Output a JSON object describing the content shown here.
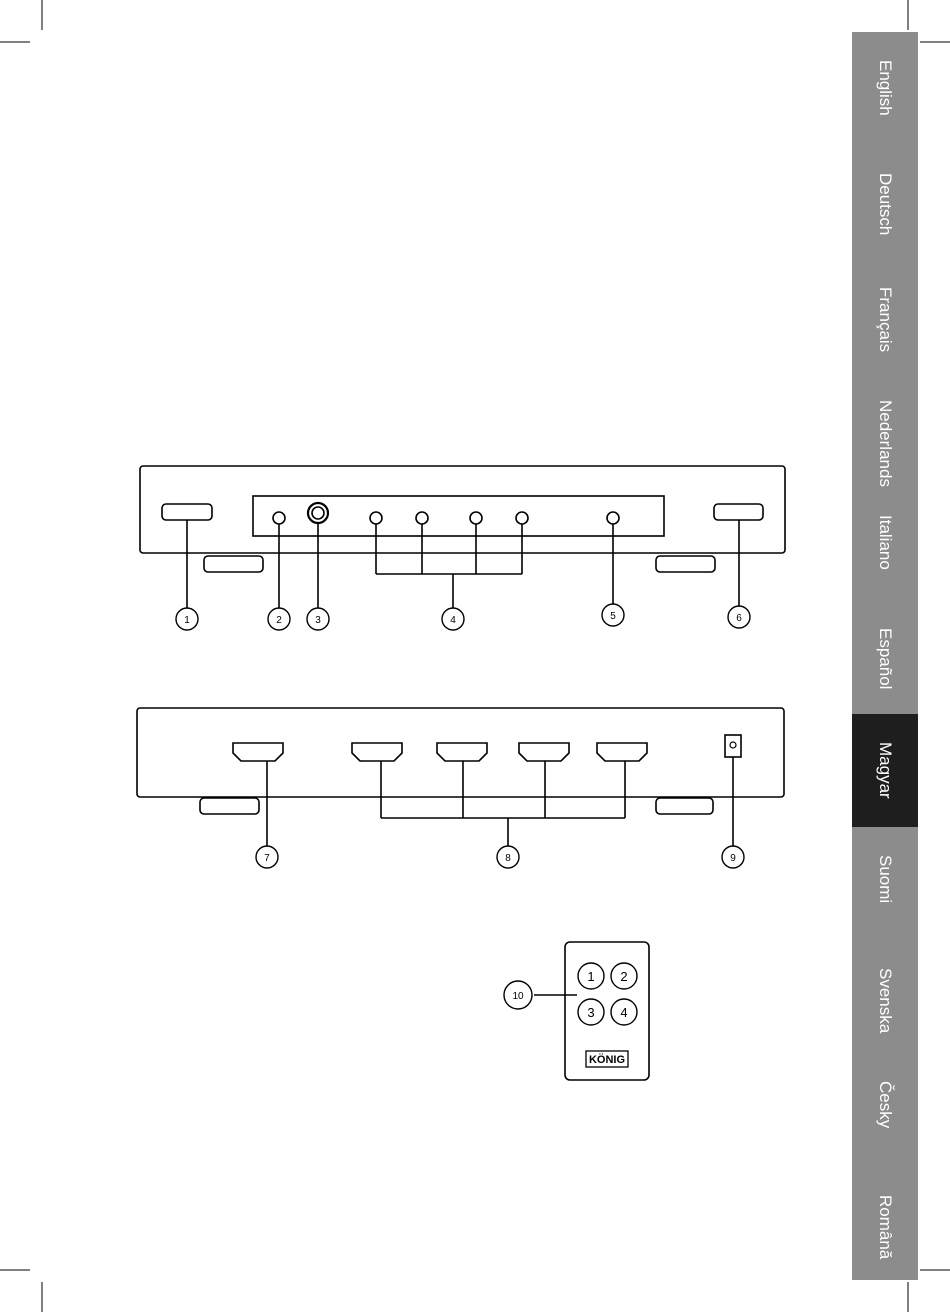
{
  "languages": [
    {
      "label": "English",
      "active": false
    },
    {
      "label": "Deutsch",
      "active": false
    },
    {
      "label": "Français",
      "active": false
    },
    {
      "label": "Nederlands",
      "active": false
    },
    {
      "label": "Italiano",
      "active": false
    },
    {
      "label": "Español",
      "active": false
    },
    {
      "label": "Magyar",
      "active": true
    },
    {
      "label": "Suomi",
      "active": false
    },
    {
      "label": "Svenska",
      "active": false
    },
    {
      "label": "Česky",
      "active": false
    },
    {
      "label": "Română",
      "active": false
    }
  ],
  "callouts": {
    "c1": "1",
    "c2": "2",
    "c3": "3",
    "c4": "4",
    "c5": "5",
    "c6": "6",
    "c7": "7",
    "c8": "8",
    "c9": "9",
    "c10": "10"
  },
  "remote": {
    "keys": [
      "1",
      "2",
      "3",
      "4"
    ],
    "brand": "KÖNIG"
  },
  "colors": {
    "tab_bg": "#8c8c8c",
    "tab_active_bg": "#1e1e1e",
    "tab_text": "#ffffff",
    "line": "#000000"
  }
}
